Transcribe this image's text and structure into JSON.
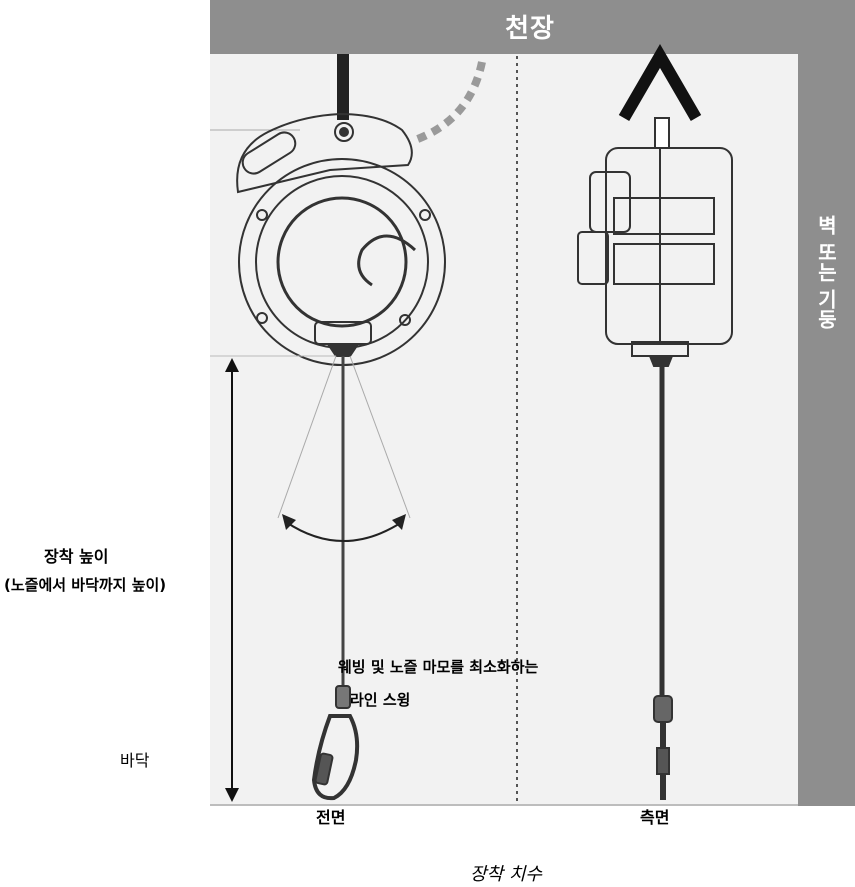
{
  "labels": {
    "ceiling": "천장",
    "wall": "벽 또는 기둥",
    "install_height_line1": "장착 높이",
    "install_height_line2": "(노즐에서 바닥까지 높이)",
    "swing_line1": "웨빙 및 노즐 마모를 최소화하는",
    "swing_line2": "라인 스윙",
    "floor": "바닥",
    "front_view": "전면",
    "side_view": "측면",
    "caption": "장착 치수"
  },
  "colors": {
    "ceiling_wall": "#8e8e8e",
    "room": "#f2f2f2",
    "line": "#333333"
  },
  "icons": {
    "front_device": "self-retracting-lifeline-front-view",
    "side_device": "self-retracting-lifeline-side-view",
    "height_arrow": "double-arrow-vertical",
    "swing_arrow": "curved-double-arrow"
  }
}
